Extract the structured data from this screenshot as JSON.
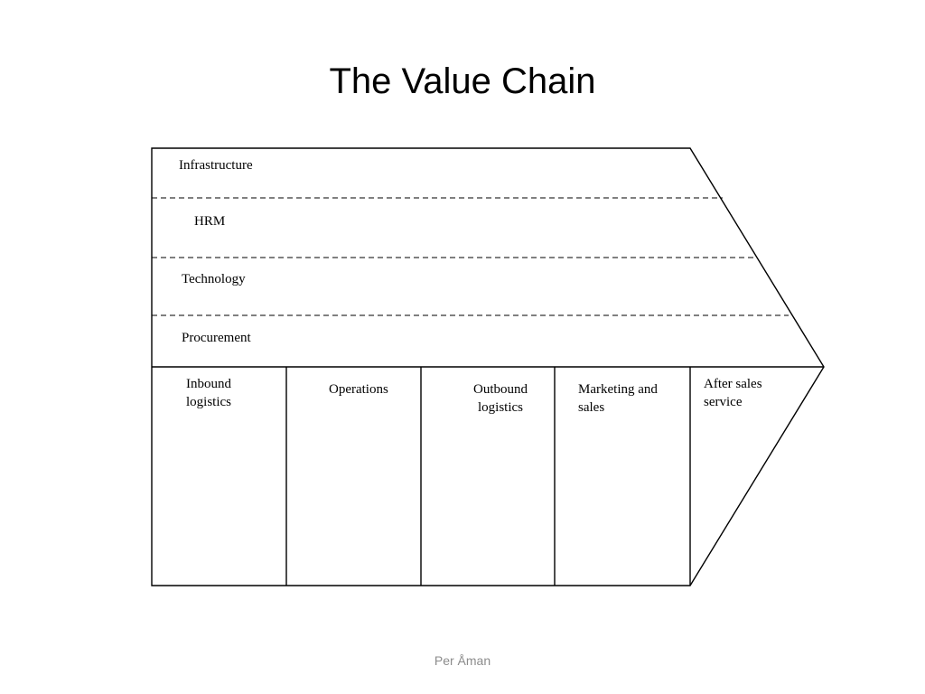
{
  "slide": {
    "title": "The Value Chain",
    "footer": "Per Åman"
  },
  "support_activities": [
    "Infrastructure",
    "HRM",
    "Technology",
    "Procurement"
  ],
  "primary_activities": [
    {
      "line1": "Inbound",
      "line2": "logistics"
    },
    {
      "line1": "Operations",
      "line2": ""
    },
    {
      "line1": "Outbound",
      "line2": "logistics"
    },
    {
      "line1": "Marketing and",
      "line2": "sales"
    },
    {
      "line1": "After sales",
      "line2": "service"
    }
  ],
  "colors": {
    "line": "#000000",
    "footer_text": "#8c8c8c",
    "background": "#ffffff"
  }
}
